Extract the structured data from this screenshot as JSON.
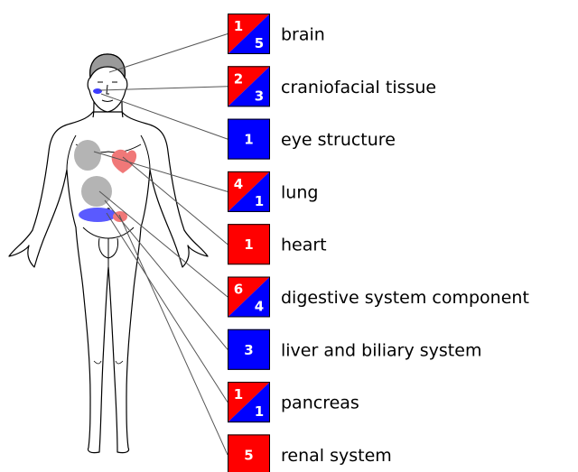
{
  "colors": {
    "red": "#ff0000",
    "blue": "#0000ff",
    "outline": "#000000",
    "connector": "#555555",
    "organ_gray": "#b4b4b4",
    "organ_red": "#f07878",
    "organ_blue": "#5a5aff"
  },
  "organs": [
    {
      "id": "brain",
      "label": "brain",
      "marker": "split",
      "red_count": "1",
      "blue_count": "5",
      "source": "head"
    },
    {
      "id": "craniofacial",
      "label": "craniofacial tissue",
      "marker": "split",
      "red_count": "2",
      "blue_count": "3",
      "source": "face"
    },
    {
      "id": "eye",
      "label": "eye structure",
      "marker": "blue",
      "blue_count": "1",
      "source": "eye"
    },
    {
      "id": "lung",
      "label": "lung",
      "marker": "split",
      "red_count": "4",
      "blue_count": "1",
      "source": "lung"
    },
    {
      "id": "heart",
      "label": "heart",
      "marker": "red",
      "red_count": "1",
      "source": "heart"
    },
    {
      "id": "digestive",
      "label": "digestive system component",
      "marker": "split",
      "red_count": "6",
      "blue_count": "4",
      "source": "stomach"
    },
    {
      "id": "liver",
      "label": "liver and biliary system",
      "marker": "blue",
      "blue_count": "3",
      "source": "liver"
    },
    {
      "id": "pancreas",
      "label": "pancreas",
      "marker": "split",
      "red_count": "1",
      "blue_count": "1",
      "source": "pancreas"
    },
    {
      "id": "renal",
      "label": "renal system",
      "marker": "red",
      "red_count": "5",
      "source": "kidney"
    }
  ]
}
